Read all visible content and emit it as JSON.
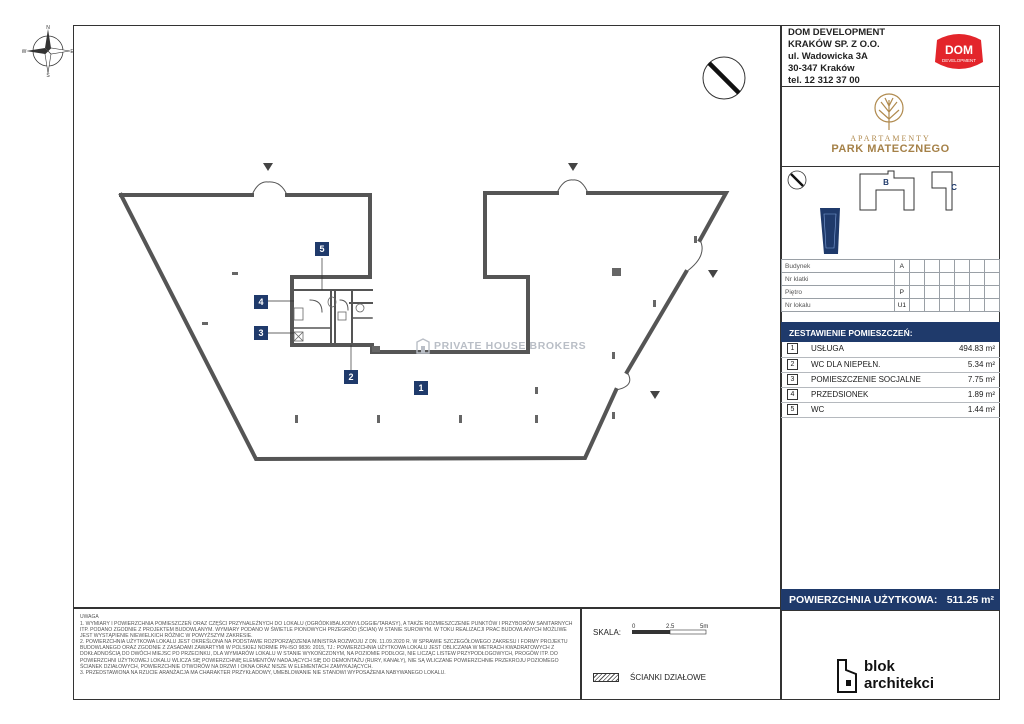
{
  "company": {
    "name": "DOM DEVELOPMENT",
    "legal": "KRAKÓW SP. Z O.O.",
    "street": "ul. Wadowicka 3A",
    "city": "30-347 Kraków",
    "phone": "tel. 12 312 37 00"
  },
  "dom_logo": {
    "line1": "DOM",
    "line2": "DEVELOPMENT",
    "color": "#e3252b"
  },
  "project": {
    "subtitle": "APARTAMENTY",
    "title": "PARK MATECZNEGO",
    "color": "#a58148"
  },
  "compass": {
    "n": "N",
    "s": "S",
    "e": "E",
    "w": "W"
  },
  "keyplan": {
    "building_b": "B",
    "building_c": "C"
  },
  "info": [
    {
      "label": "Budynek",
      "value": "A"
    },
    {
      "label": "Nr klatki",
      "value": ""
    },
    {
      "label": "Piętro",
      "value": "P"
    },
    {
      "label": "Nr lokalu",
      "value": "U1"
    }
  ],
  "rooms_title": "ZESTAWIENIE POMIESZCZEŃ:",
  "rooms": [
    {
      "num": "1",
      "name": "USŁUGA",
      "area": "494.83 m²"
    },
    {
      "num": "2",
      "name": "WC DLA NIEPEŁN.",
      "area": "5.34 m²"
    },
    {
      "num": "3",
      "name": "POMIESZCZENIE SOCJALNE",
      "area": "7.75 m²"
    },
    {
      "num": "4",
      "name": "PRZEDSIONEK",
      "area": "1.89 m²"
    },
    {
      "num": "5",
      "name": "WC",
      "area": "1.44 m²"
    }
  ],
  "total": {
    "label": "POWIERZCHNIA UŻYTKOWA:",
    "value": "511.25 m²"
  },
  "plan_labels": {
    "r1": "1",
    "r2": "2",
    "r3": "3",
    "r4": "4",
    "r5": "5"
  },
  "watermark": "PRIVATE HOUSE BROKERS",
  "notes_title": "UWAGA",
  "notes": [
    "1. WYMIARY I POWIERZCHNIA POMIESZCZEŃ ORAZ CZĘŚCI PRZYNALEŻNYCH DO LOKALU (OGRÓDKI/BALKONY/LOGGIE/TARASY), A TAKŻE ROZMIESZCZENIE PUNKTÓW I PRZYBORÓW SANITARNYCH ITP. PODANO ZGODNIE Z PROJEKTEM BUDOWLANYM. WYMIARY PODANO W ŚWIETLE PIONOWYCH PRZEGRÓD (ŚCIAN) W STANIE SUROWYM. W TOKU REALIZACJI PRAC BUDOWLANYCH MOŻLIWE JEST WYSTĄPIENIE NIEWIELKICH RÓŻNIC W POWYŻSZYM ZAKRESIE.",
    "2. POWIERZCHNIA UŻYTKOWA LOKALU JEST OKREŚLONA NA PODSTAWIE ROZPORZĄDZENIA MINISTRA ROZWOJU Z DN. 11.09.2020 R. W SPRAWIE SZCZEGÓŁOWEGO ZAKRESU I FORMY PROJEKTU BUDOWLANEGO ORAZ ZGODNIE Z ZASADAMI ZAWARTYMI W POLSKIEJ NORMIE PN-ISO 9836: 2015, TJ.: POWIERZCHNIA UŻYTKOWA LOKALU JEST OBLICZANA W METRACH KWADRATOWYCH Z DOKŁADNOŚCIĄ DO DWÓCH MIEJSC PO PRZECINKU, DLA WYMIARÓW LOKALU W STANIE WYKOŃCZONYM, NA POZIOMIE PODŁOGI, NIE LICZĄC LISTEW PRZYPODŁOGOWYCH, PROGÓW ITP. DO POWIERZCHNI UŻYTKOWEJ LOKALU WLICZA SIĘ POWIERZCHNIĘ ELEMENTÓW NADAJĄCYCH SIĘ DO DEMONTAŻU (RURY, KANAŁY), NIE SĄ WLICZANE POWIERZCHNIE PRZEKROJU POZIOMEGO ŚCIANEK DZIAŁOWYCH, POWIERZCHNIE OTWORÓW NA DRZWI I OKNA ORAZ NISZE W ELEMENTACH ZAMYKAJĄCYCH.",
    "3. PRZEDSTAWIONA NA RZUCIE ARANŻACJA MA CHARAKTER PRZYKŁADOWY, UMEBLOWANIE NIE STANOWI WYPOSAŻENIA NABYWANEGO LOKALU."
  ],
  "scale": {
    "label": "SKALA:",
    "t0": "0",
    "t1": "2.5",
    "t2": "5m"
  },
  "legend_label": "ŚCIANKI DZIAŁOWE",
  "architect": {
    "line1": "blok",
    "line2": "architekci"
  },
  "colors": {
    "accent": "#1f3a6b",
    "wall": "#555555",
    "watermark": "#b9bec6"
  }
}
